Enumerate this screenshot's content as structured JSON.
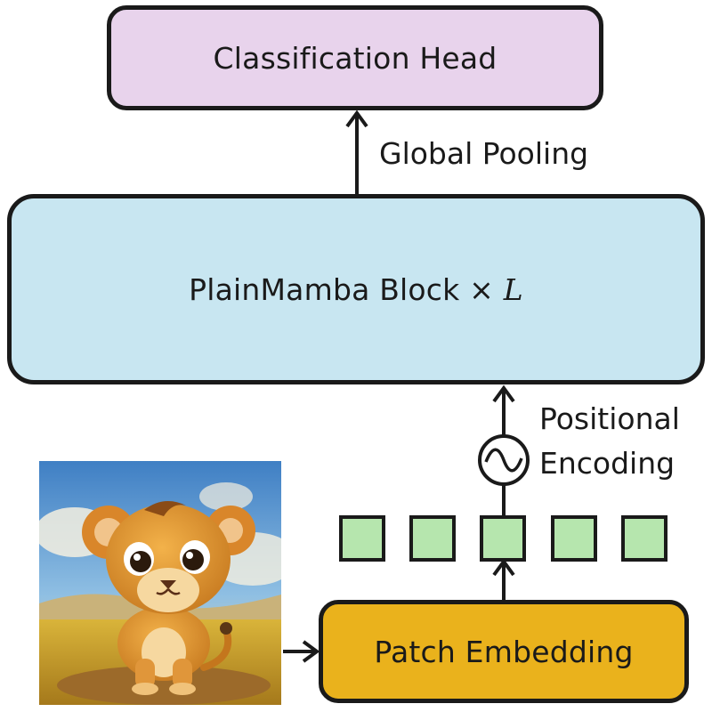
{
  "diagram": {
    "classification_head": "Classification Head",
    "global_pooling": "Global Pooling",
    "plainmamba_block": "PlainMamba Block ×",
    "block_repeat_symbol": "L",
    "positional_encoding_line1": "Positional",
    "positional_encoding_line2": "Encoding",
    "patch_embedding": "Patch Embedding",
    "patch_token_count": 5,
    "positional_encoding_icon": "sine-wave-circle-icon",
    "input_image": "cartoon-lion-cub-image"
  },
  "colors": {
    "classification_head_fill": "#e8d3ec",
    "block_fill": "#c8e6f1",
    "patch_embedding_fill": "#eab21c",
    "token_fill": "#b6e6ae",
    "stroke": "#1a1a1a"
  }
}
